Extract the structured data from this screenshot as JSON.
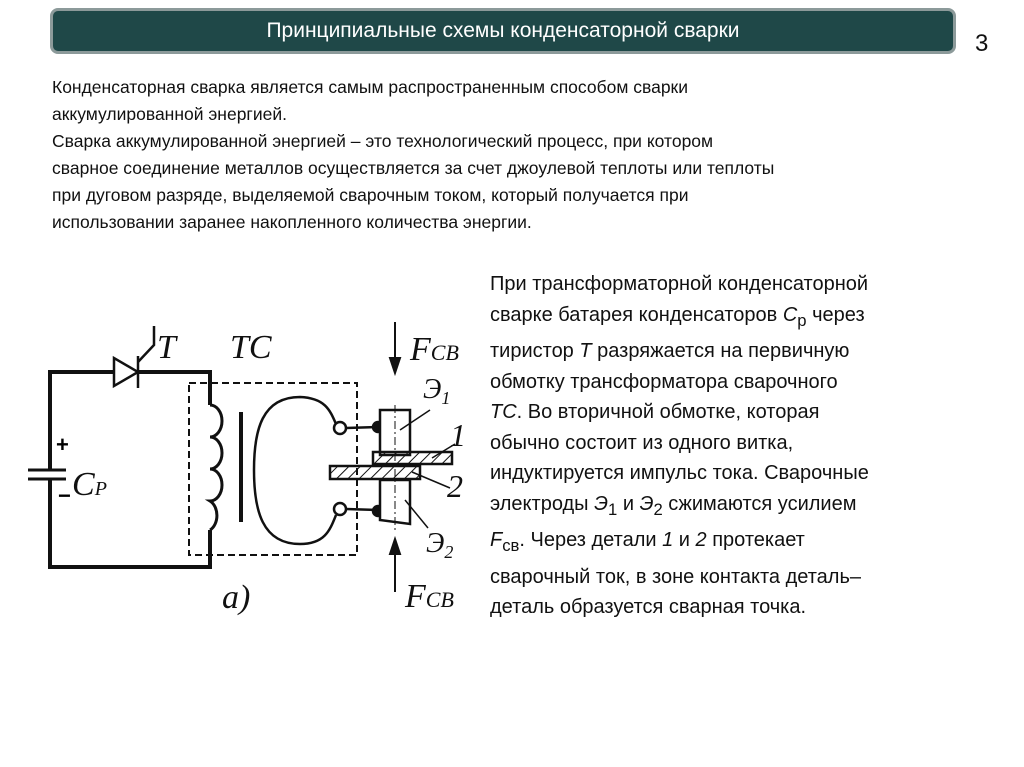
{
  "header": {
    "title": "Принципиальные схемы конденсаторной сварки",
    "page_number": "3"
  },
  "intro": {
    "lines": [
      "Конденсаторная сварка является самым распространенным способом сварки",
      "аккумулированной энергией.",
      "Сварка аккумулированной энергией – это технологический процесс, при котором",
      "сварное соединение металлов осуществляется за счет джоулевой теплоты или теплоты",
      "при дуговом разряде, выделяемой сварочным током, который получается при",
      "использовании заранее накопленного количества энергии."
    ]
  },
  "description": {
    "l1": "При трансформаторной конденсаторной",
    "l2a": "сварке батарея конденсаторов ",
    "l2_cp": "C",
    "l2_cp_sub": "р",
    "l2b": " через",
    "l3a": "тиристор ",
    "l3_t": "T",
    "l3b": " разряжается на первичную",
    "l4": "обмотку трансформатора сварочного",
    "l5_tc": "ТС",
    "l5b": ". Во вторичной обмотке, которая",
    "l6": "обычно состоит из одного витка,",
    "l7": "индуктируется импульс тока. Сварочные",
    "l8a": "электроды ",
    "l8_e": "Э",
    "l8_e1": "1",
    "l8b": " и ",
    "l8_e2": "2",
    "l8c": " сжимаются усилием",
    "l9_f": "F",
    "l9_sub": "св",
    "l9b": ". Через детали ",
    "l9_1": "1",
    "l9c": " и ",
    "l9_2": "2",
    "l9d": " протекает",
    "l10": "сварочный ток, в зоне контакта деталь–",
    "l11": "деталь образуется сварная точка."
  },
  "diagram": {
    "thyristor": "T",
    "transformer": "TC",
    "capacitor": "C",
    "capacitor_sub": "P",
    "plus": "+",
    "minus": "−",
    "force": "F",
    "force_sub": "CB",
    "electrode": "Э",
    "electrode1_sub": "1",
    "electrode2_sub": "2",
    "part1": "1",
    "part2": "2",
    "caption": "a)"
  }
}
